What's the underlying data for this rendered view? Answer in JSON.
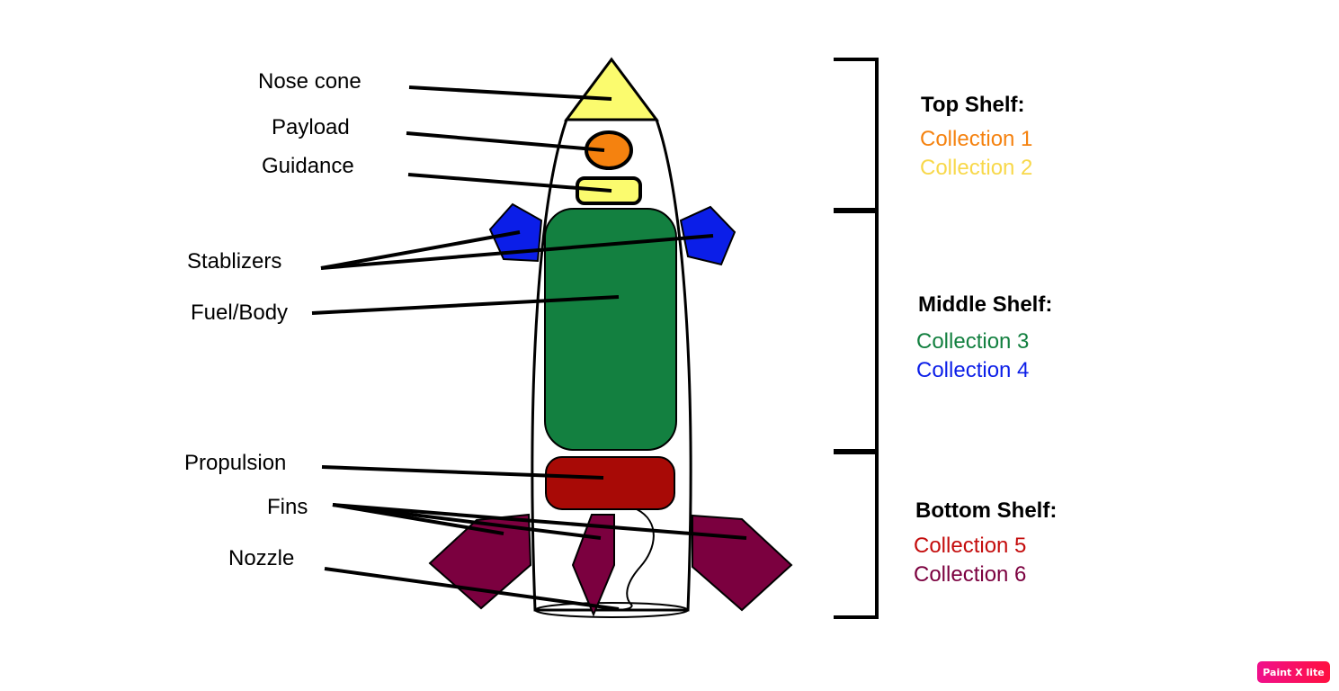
{
  "labels": {
    "nose_cone": "Nose cone",
    "payload": "Payload",
    "guidance": "Guidance",
    "stabilizers": "Stablizers",
    "fuel_body": "Fuel/Body",
    "propulsion": "Propulsion",
    "fins": "Fins",
    "nozzle": "Nozzle"
  },
  "shelves": {
    "top": {
      "title": "Top Shelf:",
      "items": [
        "Collection 1",
        "Collection 2"
      ]
    },
    "middle": {
      "title": "Middle Shelf:",
      "items": [
        "Collection 3",
        "Collection 4"
      ]
    },
    "bottom": {
      "title": "Bottom Shelf:",
      "items": [
        "Collection 5",
        "Collection 6"
      ]
    }
  },
  "colors": {
    "collection_1": "#f5820f",
    "collection_2": "#f8d84a",
    "collection_3": "#138040",
    "collection_4": "#0b1ee8",
    "collection_5": "#c40c0c",
    "collection_6": "#7b003f"
  },
  "watermark": "Paint X lite"
}
